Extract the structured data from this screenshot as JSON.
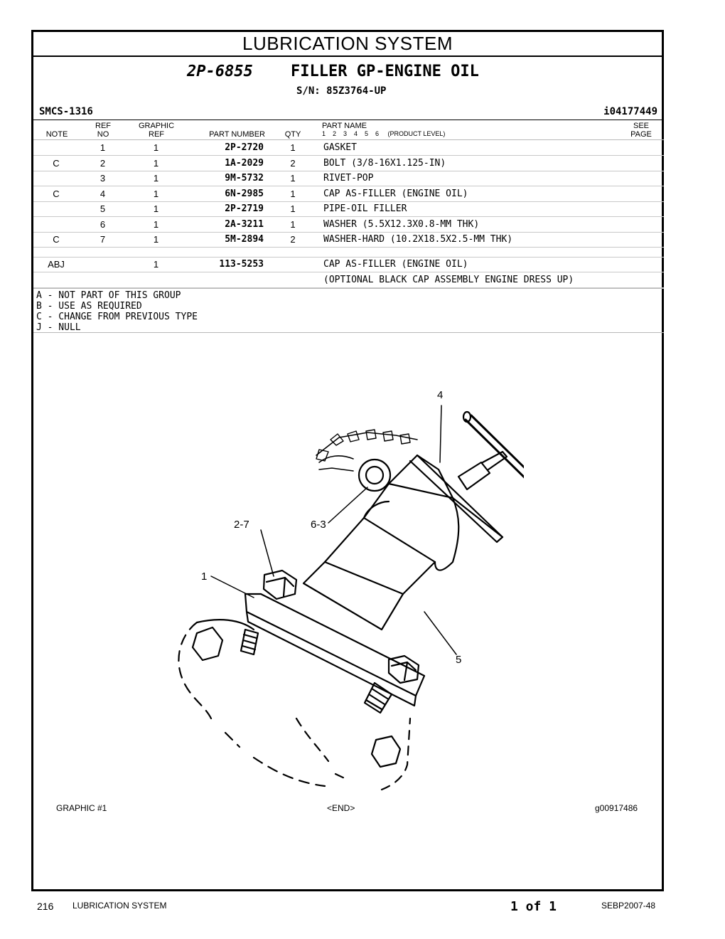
{
  "section_title": "LUBRICATION SYSTEM",
  "group": {
    "number": "2P-6855",
    "name": "FILLER GP-ENGINE OIL",
    "serial": "S/N: 85Z3764-UP",
    "smcs": "SMCS-1316",
    "id": "i04177449"
  },
  "columns": {
    "note": "NOTE",
    "ref_top": "REF",
    "ref_bottom": "NO",
    "graphic_top": "GRAPHIC",
    "graphic_bottom": "REF",
    "part_number": "PART NUMBER",
    "qty": "QTY",
    "part_name": "PART NAME",
    "levels": "1    2    3    4    5    6     (PRODUCT LEVEL)",
    "see_top": "SEE",
    "see_bottom": "PAGE"
  },
  "rows": [
    {
      "note": "",
      "ref": "1",
      "gref": "1",
      "pn": "2P-2720",
      "qty": "1",
      "name": "GASKET"
    },
    {
      "note": "C",
      "ref": "2",
      "gref": "1",
      "pn": "1A-2029",
      "qty": "2",
      "name": "BOLT (3/8-16X1.125-IN)"
    },
    {
      "note": "",
      "ref": "3",
      "gref": "1",
      "pn": "9M-5732",
      "qty": "1",
      "name": "RIVET-POP"
    },
    {
      "note": "C",
      "ref": "4",
      "gref": "1",
      "pn": "6N-2985",
      "qty": "1",
      "name": "CAP AS-FILLER (ENGINE OIL)"
    },
    {
      "note": "",
      "ref": "5",
      "gref": "1",
      "pn": "2P-2719",
      "qty": "1",
      "name": "PIPE-OIL FILLER"
    },
    {
      "note": "",
      "ref": "6",
      "gref": "1",
      "pn": "2A-3211",
      "qty": "1",
      "name": "WASHER (5.5X12.3X0.8-MM THK)"
    },
    {
      "note": "C",
      "ref": "7",
      "gref": "1",
      "pn": "5M-2894",
      "qty": "2",
      "name": "WASHER-HARD (10.2X18.5X2.5-MM THK)"
    },
    {
      "note": "",
      "ref": "",
      "gref": "",
      "pn": "",
      "qty": "",
      "name": ""
    },
    {
      "note": "ABJ",
      "ref": "",
      "gref": "1",
      "pn": "113-5253",
      "qty": "",
      "name": "CAP AS-FILLER (ENGINE OIL)"
    },
    {
      "note": "",
      "ref": "",
      "gref": "",
      "pn": "",
      "qty": "",
      "name": "(OPTIONAL BLACK CAP ASSEMBLY ENGINE DRESS UP)"
    }
  ],
  "notes": [
    "A - NOT PART OF THIS GROUP",
    "B - USE AS REQUIRED",
    "C - CHANGE FROM PREVIOUS TYPE",
    "J - NULL"
  ],
  "callouts": {
    "c4": "4",
    "c27": "2-7",
    "c63": "6-3",
    "c1": "1",
    "c5": "5"
  },
  "graphic_caption": {
    "label": "GRAPHIC #1",
    "end": "<END>",
    "id": "g00917486"
  },
  "footer": {
    "page": "216",
    "section": "LUBRICATION SYSTEM",
    "of": "1 of 1",
    "doc": "SEBP2007-48"
  }
}
